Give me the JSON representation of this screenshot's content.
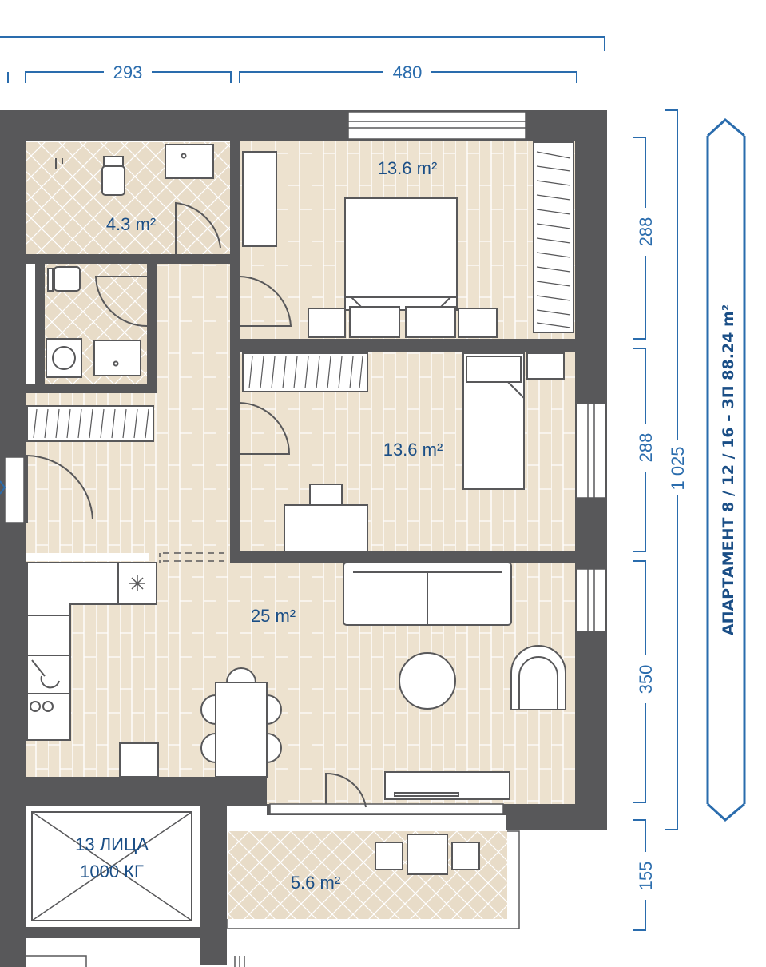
{
  "apartment": {
    "title": "АПАРТАМЕНТ 8 / 12 / 16 – ЗП 88.24 m²"
  },
  "rooms": {
    "bathroom": {
      "area": "4.3 m²"
    },
    "bedroom_1": {
      "area": "13.6 m²"
    },
    "bedroom_2": {
      "area": "13.6 m²"
    },
    "living": {
      "area": "25 m²"
    },
    "balcony": {
      "area": "5.6 m²"
    }
  },
  "elevator": {
    "line1": "13 ЛИЦА",
    "line2": "1000 КГ"
  },
  "dimensions": {
    "top": [
      "293",
      "480"
    ],
    "right": [
      "288",
      "288",
      "350",
      "155"
    ],
    "total": "1 025"
  },
  "colors": {
    "wall": "#58585a",
    "floor": "#ede2cf",
    "tile": "#e8dcc8",
    "dimension": "#2a6cad",
    "label": "#1a4e86"
  }
}
